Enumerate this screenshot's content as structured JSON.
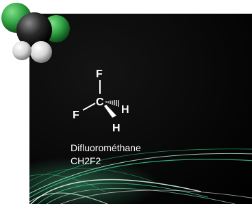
{
  "molecule": {
    "name": "Difluorométhane",
    "formula": "CH2F2",
    "atoms": {
      "top": "F",
      "left": "F",
      "center": "C",
      "right": "H",
      "bottom": "H"
    }
  },
  "colors": {
    "background": "#000000",
    "swirl_accent": "#37c98a",
    "fluorine_sphere": "#2fa343",
    "carbon_sphere": "#2a2a2a",
    "hydrogen_sphere": "#e8e8e8",
    "text": "#ffffff"
  }
}
